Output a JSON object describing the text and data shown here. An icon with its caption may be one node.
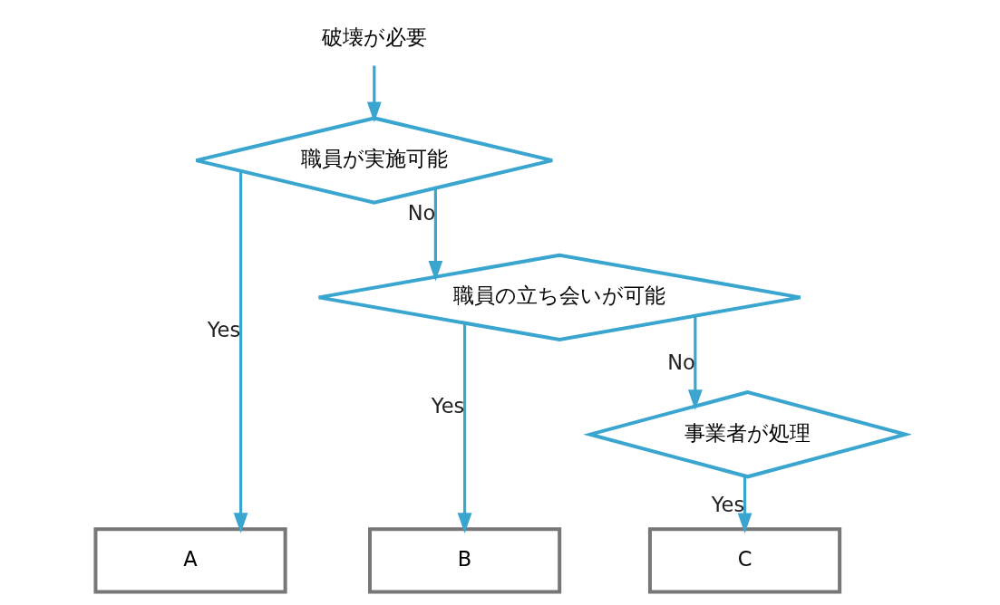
{
  "diagram": {
    "nodes": [
      {
        "text": [
          "破壊が必要"
        ]
      },
      {
        "text": [
          "職員が実施可能"
        ]
      },
      {
        "text": [
          "職員の立ち会いが可能"
        ]
      },
      {
        "text": [
          "事業者が処理"
        ]
      },
      {
        "text": [
          "A"
        ]
      },
      {
        "text": [
          "B"
        ]
      },
      {
        "text": [
          "C"
        ]
      }
    ],
    "edges": [
      {
        "from": 0,
        "to": 1,
        "arrow": "to"
      },
      {
        "from": 1,
        "to": 2,
        "arrow": "to",
        "label": "No"
      },
      {
        "from": 1,
        "to": 4,
        "arrow": "to",
        "label": "Yes"
      },
      {
        "from": 2,
        "to": 3,
        "arrow": "to",
        "label": "No"
      },
      {
        "from": 2,
        "to": 5,
        "arrow": "to",
        "label": "Yes"
      },
      {
        "from": 3,
        "to": 6,
        "arrow": "to",
        "label": "Yes"
      }
    ]
  }
}
